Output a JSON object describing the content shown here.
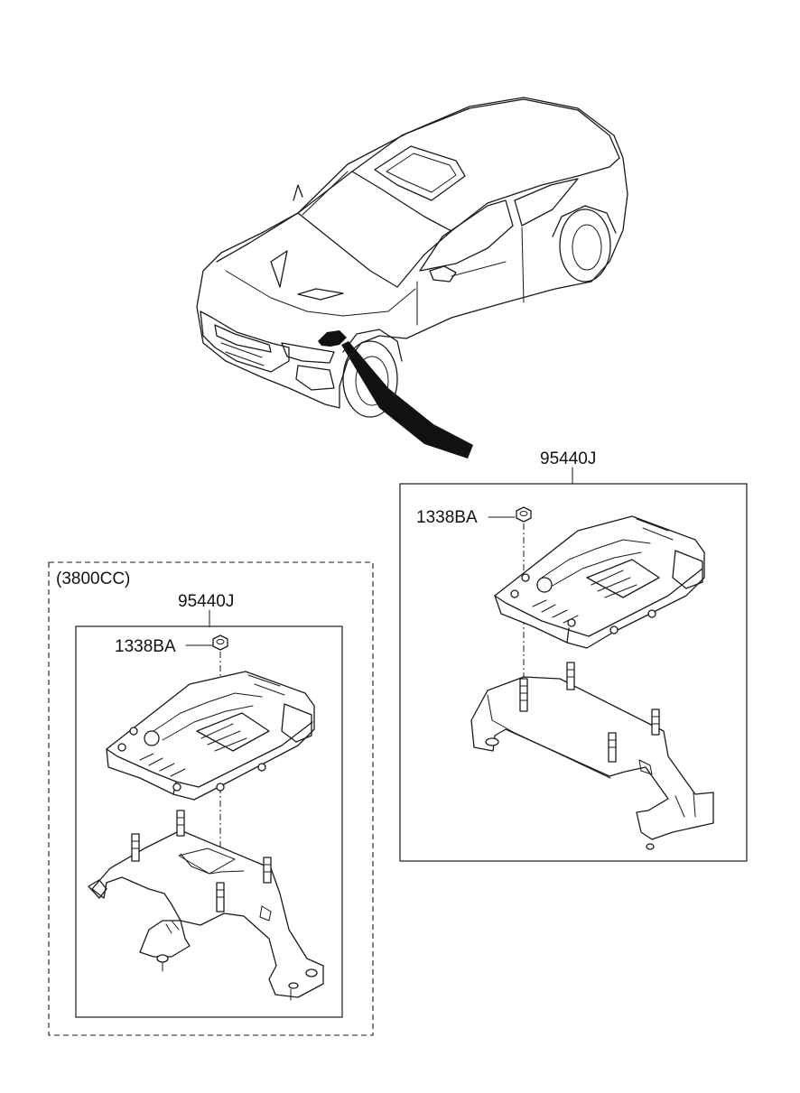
{
  "diagram": {
    "variant_box": {
      "engine_label": "(3800CC)",
      "assembly_part": "95440J",
      "nut_part": "1338BA"
    },
    "standard_box": {
      "assembly_part": "95440J",
      "nut_part": "1338BA"
    },
    "colors": {
      "line": "#1a1a1a",
      "background": "#ffffff"
    }
  }
}
